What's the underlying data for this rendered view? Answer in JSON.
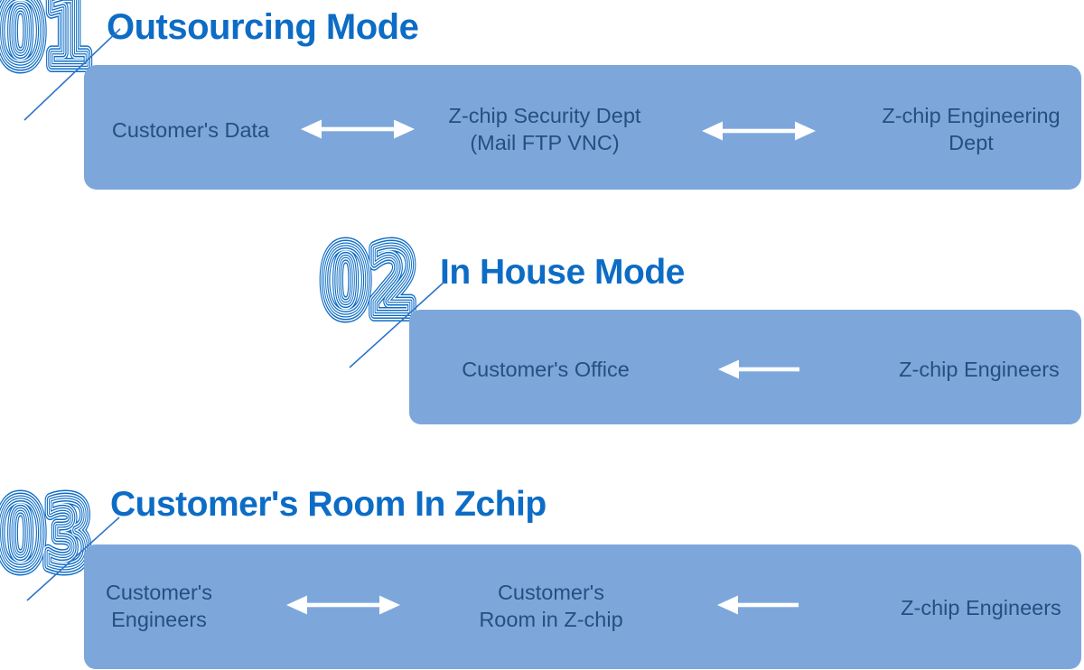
{
  "colors": {
    "accent_blue": "#0d6cc5",
    "bar_fill": "#7da7db",
    "bar_text": "#24507f",
    "line_blue": "#2e74c9",
    "arrow_white": "#ffffff"
  },
  "sections": [
    {
      "number": "01",
      "title": "Outsourcing Mode",
      "items": [
        {
          "type": "label",
          "lines": [
            "Customer's Data"
          ]
        },
        {
          "type": "icon",
          "icon": "double-arrow-icon"
        },
        {
          "type": "label",
          "lines": [
            "Z-chip Security Dept",
            "(Mail FTP VNC)"
          ]
        },
        {
          "type": "icon",
          "icon": "double-arrow-icon"
        },
        {
          "type": "label",
          "lines": [
            "Z-chip Engineering",
            "Dept"
          ]
        }
      ]
    },
    {
      "number": "02",
      "title": "In House Mode",
      "items": [
        {
          "type": "label",
          "lines": [
            "Customer's Office"
          ]
        },
        {
          "type": "icon",
          "icon": "left-arrow-icon"
        },
        {
          "type": "label",
          "lines": [
            "Z-chip Engineers"
          ]
        }
      ]
    },
    {
      "number": "03",
      "title": "Customer's Room In Zchip",
      "items": [
        {
          "type": "label",
          "lines": [
            "Customer's",
            "Engineers"
          ]
        },
        {
          "type": "icon",
          "icon": "double-arrow-icon"
        },
        {
          "type": "label",
          "lines": [
            "Customer's",
            "Room in Z-chip"
          ]
        },
        {
          "type": "icon",
          "icon": "left-arrow-icon"
        },
        {
          "type": "label",
          "lines": [
            "Z-chip Engineers"
          ]
        }
      ]
    }
  ]
}
